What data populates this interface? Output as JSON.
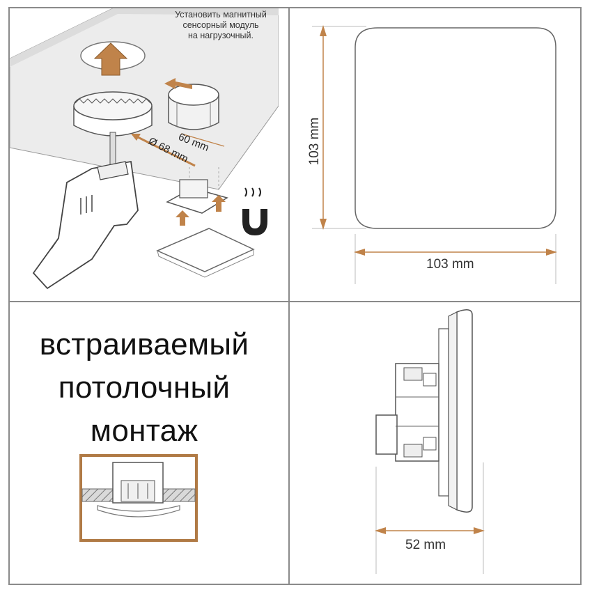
{
  "install": {
    "instruction_lines": [
      "Установить магнитный",
      "сенсорный модуль",
      "на нагрузочный."
    ],
    "depth_label": "60 mm",
    "diameter_label": "Ø 68 mm"
  },
  "front_view": {
    "height_label": "103 mm",
    "width_label": "103 mm"
  },
  "mount_type": {
    "lines": [
      "встраиваемый",
      "потолочный",
      "монтаж"
    ]
  },
  "side_view": {
    "depth_label": "52 mm"
  },
  "colors": {
    "accent": "#c0834a",
    "frame": "#8a8a8a",
    "line": "#444444"
  }
}
